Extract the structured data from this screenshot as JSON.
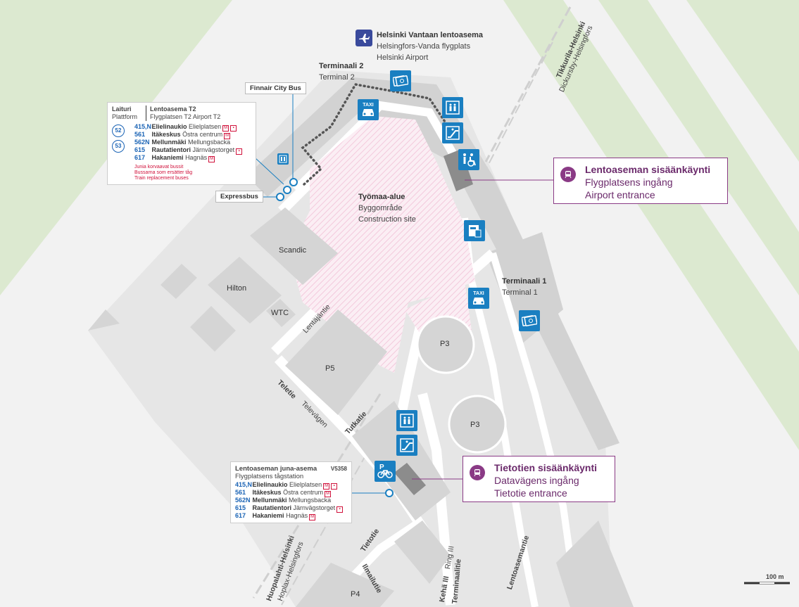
{
  "airport": {
    "name_fi": "Helsinki Vantaan lentoasema",
    "name_sv": "Helsingfors-Vanda flygplats",
    "name_en": "Helsinki Airport"
  },
  "terminal2": {
    "fi": "Terminaali 2",
    "en": "Terminal 2"
  },
  "terminal1": {
    "fi": "Terminaali 1",
    "en": "Terminal 1"
  },
  "construction": {
    "fi": "Työmaa-alue",
    "sv": "Byggområde",
    "en": "Construction site"
  },
  "buildings": {
    "scandic": "Scandic",
    "hilton": "Hilton",
    "wtc": "WTC",
    "p5": "P5",
    "p3a": "P3",
    "p3b": "P3",
    "p4": "P4"
  },
  "streets": {
    "lentajantie": "Lentäjäntie",
    "teletie": "Teletie",
    "televagen": "Televägen",
    "tukatie": "Tutkatie",
    "tietotie": "Tietotie",
    "ilmailutie": "Ilmailutie",
    "keha": "Kehä III",
    "ring": "Ring III",
    "terminaalitie": "Terminaalitie",
    "lentoasemantie": "Lentoasemantie",
    "rail_north_fi": "Tikkurila-Helsinki",
    "rail_north_sv": "Dickursby-Helsingfors",
    "rail_south_fi": "Huopalahti-Helsinki",
    "rail_south_sv": "Hoplax-Helsingfors"
  },
  "tags": {
    "finnair": "Finnair City Bus",
    "expressbus": "Expressbus"
  },
  "stop_t2": {
    "h1a": "Laituri",
    "h1b": "Plattform",
    "h2a": "Lentoasema T2",
    "h2b": "Flygplatsen T2  Airport T2",
    "platform_a": "52",
    "platform_b": "53",
    "routes": [
      {
        "num": "415,N",
        "st": "Elielinaukio",
        "sv": "Elielplatsen"
      },
      {
        "num": "561",
        "st": "Itäkeskus",
        "sv": "Östra centrum"
      },
      {
        "num": "562N",
        "st": "Mellunmäki",
        "sv": "Mellungsbacka"
      },
      {
        "num": "615",
        "st": "Rautatientori",
        "sv": "Järnvägstorget"
      },
      {
        "num": "617",
        "st": "Hakaniemi",
        "sv": "Hagnäs"
      }
    ],
    "note1": "Junia korvaavat bussit",
    "note2": "Bussarna som ersätter tåg",
    "note3": "Train replacement buses"
  },
  "stop_station": {
    "h1": "Lentoaseman juna-asema",
    "code": "V5358",
    "h2": "Flygplatsens tågstation",
    "routes": [
      {
        "num": "415,N",
        "st": "Elielinaukio",
        "sv": "Elielplatsen"
      },
      {
        "num": "561",
        "st": "Itäkeskus",
        "sv": "Östra centrum"
      },
      {
        "num": "562N",
        "st": "Mellunmäki",
        "sv": "Mellungsbacka"
      },
      {
        "num": "615",
        "st": "Rautatientori",
        "sv": "Järnvägstorget"
      },
      {
        "num": "617",
        "st": "Hakaniemi",
        "sv": "Hagnäs"
      }
    ]
  },
  "entrance_airport": {
    "fi": "Lentoaseman sisäänkäynti",
    "sv": "Flygplatsens ingång",
    "en": "Airport entrance"
  },
  "entrance_tietotie": {
    "fi": "Tietotien sisäänkäynti",
    "sv": "Datavägens ingång",
    "en": "Tietotie entrance"
  },
  "icons": {
    "taxi": "TAXI"
  },
  "scale": "100 m",
  "colors": {
    "background": "#f2f2f2",
    "green": "#dce9d0",
    "road": "#ffffff",
    "building": "#d9d9d9",
    "terminal": "#d0d0d0",
    "construction": "#f6d6e4",
    "icon_blue": "#1a7fc1",
    "route_blue": "#1a63b5",
    "entrance_purple": "#8a3a85"
  }
}
